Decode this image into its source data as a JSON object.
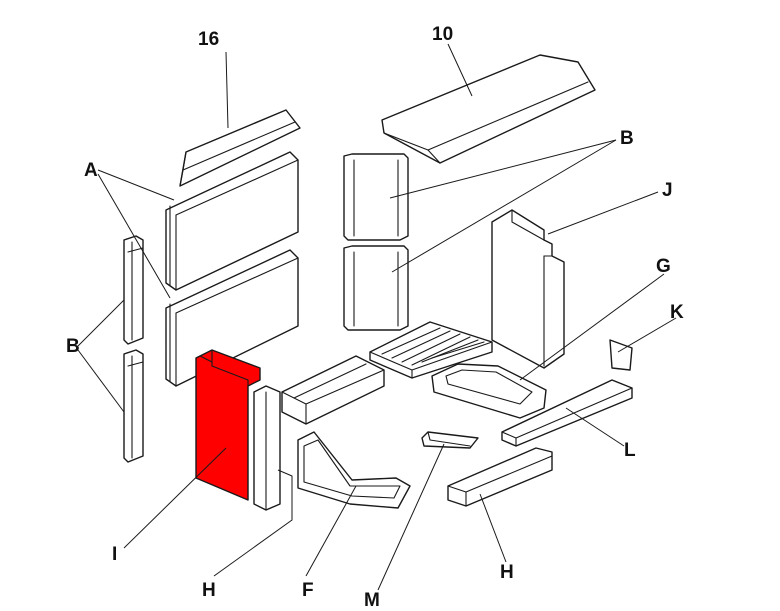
{
  "labels": {
    "l16": "16",
    "l10": "10",
    "lA": "A",
    "lB_top": "B",
    "lB_left": "B",
    "lJ": "J",
    "lG": "G",
    "lK": "K",
    "lL": "L",
    "lI": "I",
    "lH_left": "H",
    "lF": "F",
    "lM": "M",
    "lH_right": "H"
  },
  "colors": {
    "highlight": "#ff0000",
    "line": "#1a1a1a",
    "background": "#ffffff"
  }
}
